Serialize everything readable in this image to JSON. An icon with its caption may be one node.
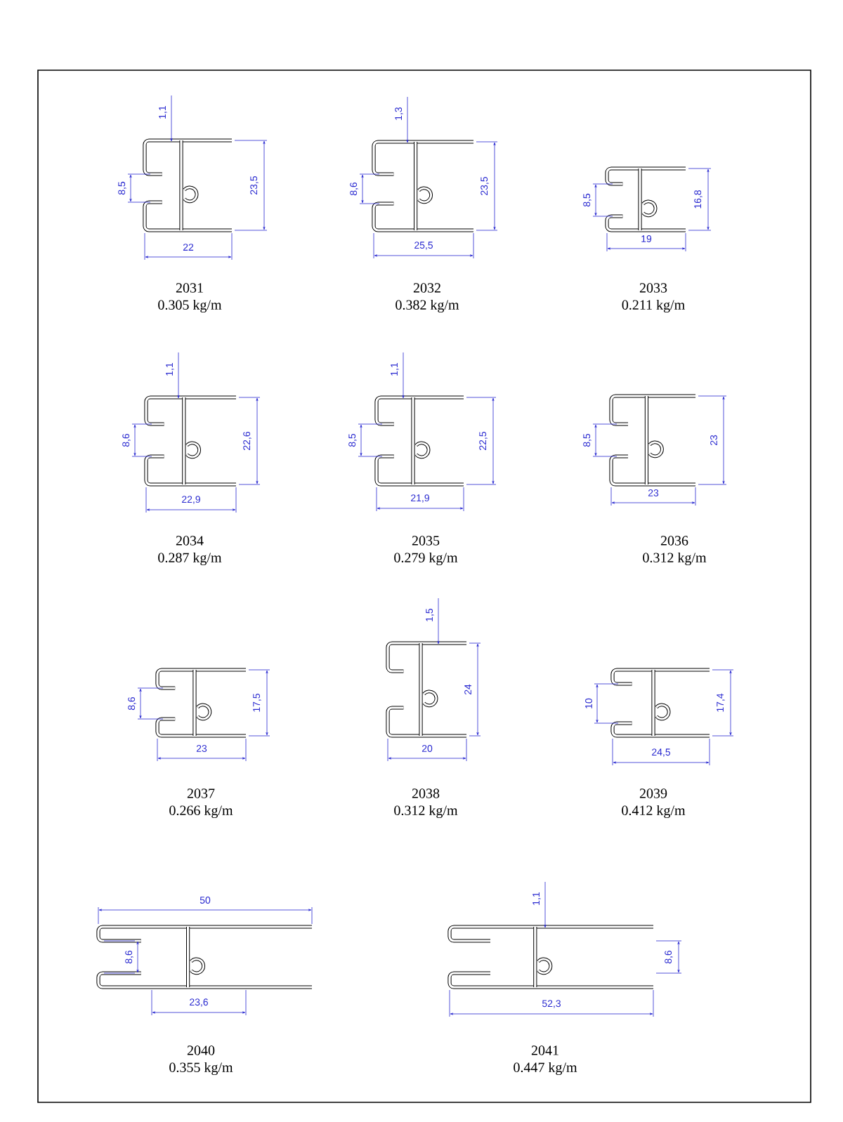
{
  "diagram": {
    "labels": [
      "1,1",
      "8,5",
      "23,5",
      "22",
      "2031",
      "0.305 kg/m",
      "1,3",
      "8,6",
      "23,5",
      "25,5",
      "2032",
      "0.382 kg/m",
      "8,5",
      "16,8",
      "19",
      "2033",
      "0.211 kg/m",
      "1,1",
      "8,6",
      "22,6",
      "22,9",
      "2034",
      "0.287 kg/m",
      "1,1",
      "8,5",
      "22,5",
      "21,9",
      "2035",
      "0.279 kg/m",
      "8,5",
      "23",
      "23",
      "2036",
      "0.312 kg/m",
      "8,6",
      "17,5",
      "23",
      "2037",
      "0.266 kg/m",
      "1,5",
      "24",
      "20",
      "2038",
      "0.312 kg/m",
      "10",
      "17,4",
      "24,5",
      "2039",
      "0.412 kg/m",
      "50",
      "8,6",
      "23,6",
      "2040",
      "0.355 kg/m",
      "1,1",
      "8,6",
      "52,3",
      "2041",
      "0.447 kg/m"
    ]
  }
}
